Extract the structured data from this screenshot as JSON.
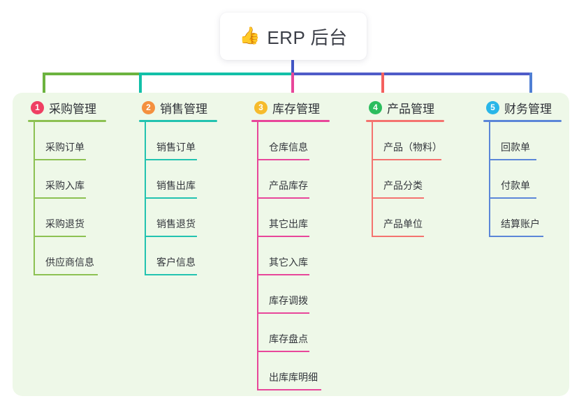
{
  "root": {
    "icon": "thumbs-up-icon",
    "emoji": "👍",
    "label": "ERP 后台"
  },
  "canvas": {
    "background_color": "#eef8e8",
    "page_background": "#ffffff"
  },
  "connector_colors": {
    "stem": "#4255c4",
    "segment_green": "#6cb33f",
    "segment_teal": "#12c0a8",
    "segment_blue": "#4f5bc8",
    "drop_1": "#6cb33f",
    "drop_2": "#12c0a8",
    "drop_3": "#e8469a",
    "drop_4": "#f4605e",
    "drop_5": "#4f7fd4"
  },
  "columns": [
    {
      "index": "1",
      "title": "采购管理",
      "badge_color": "#ef3f63",
      "line_color": "#8cc152",
      "rule_width": 112,
      "items": [
        {
          "label": "采购订单",
          "rule_width": 75
        },
        {
          "label": "采购入库",
          "rule_width": 75
        },
        {
          "label": "采购退货",
          "rule_width": 75
        },
        {
          "label": "供应商信息",
          "rule_width": 92
        }
      ]
    },
    {
      "index": "2",
      "title": "销售管理",
      "badge_color": "#f4903f",
      "line_color": "#22c3b0",
      "rule_width": 112,
      "items": [
        {
          "label": "销售订单",
          "rule_width": 75
        },
        {
          "label": "销售出库",
          "rule_width": 75
        },
        {
          "label": "销售退货",
          "rule_width": 75
        },
        {
          "label": "客户信息",
          "rule_width": 75
        }
      ]
    },
    {
      "index": "3",
      "title": "库存管理",
      "badge_color": "#f6bb2c",
      "line_color": "#e8469a",
      "rule_width": 112,
      "items": [
        {
          "label": "仓库信息",
          "rule_width": 75
        },
        {
          "label": "产品库存",
          "rule_width": 75
        },
        {
          "label": "其它出库",
          "rule_width": 75
        },
        {
          "label": "其它入库",
          "rule_width": 75
        },
        {
          "label": "库存调拨",
          "rule_width": 75
        },
        {
          "label": "库存盘点",
          "rule_width": 75
        },
        {
          "label": "出库库明细",
          "rule_width": 92
        }
      ]
    },
    {
      "index": "4",
      "title": "产品管理",
      "badge_color": "#2cbd5e",
      "line_color": "#f4736f",
      "rule_width": 112,
      "items": [
        {
          "label": "产品（物料）",
          "rule_width": 100
        },
        {
          "label": "产品分类",
          "rule_width": 75
        },
        {
          "label": "产品单位",
          "rule_width": 75
        }
      ]
    },
    {
      "index": "5",
      "title": "财务管理",
      "badge_color": "#29b6e8",
      "line_color": "#5b86d8",
      "rule_width": 112,
      "items": [
        {
          "label": "回款单",
          "rule_width": 68
        },
        {
          "label": "付款单",
          "rule_width": 68
        },
        {
          "label": "结算账户",
          "rule_width": 78
        }
      ]
    }
  ]
}
